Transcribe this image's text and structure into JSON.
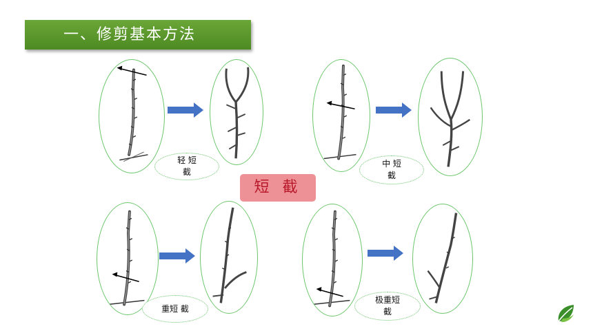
{
  "slide": {
    "title": "一、修剪基本方法",
    "center_label": "短 截",
    "methods": [
      {
        "key": "light",
        "label": "轻 短\n截"
      },
      {
        "key": "medium",
        "label": "中 短\n截"
      },
      {
        "key": "heavy",
        "label": "重短 截"
      },
      {
        "key": "extreme",
        "label": "极重短\n截"
      }
    ]
  },
  "colors": {
    "title_bg": "#5a9a2a",
    "oval_border": "#6cc66c",
    "arrow_fill": "#4472c4",
    "center_tag_bg": "#ee9196",
    "center_tag_text": "#b8192a"
  },
  "icons": [
    "branch-before-image",
    "branch-after-image",
    "right-arrow-icon",
    "cut-arrow-icon",
    "leaf-logo-icon"
  ]
}
